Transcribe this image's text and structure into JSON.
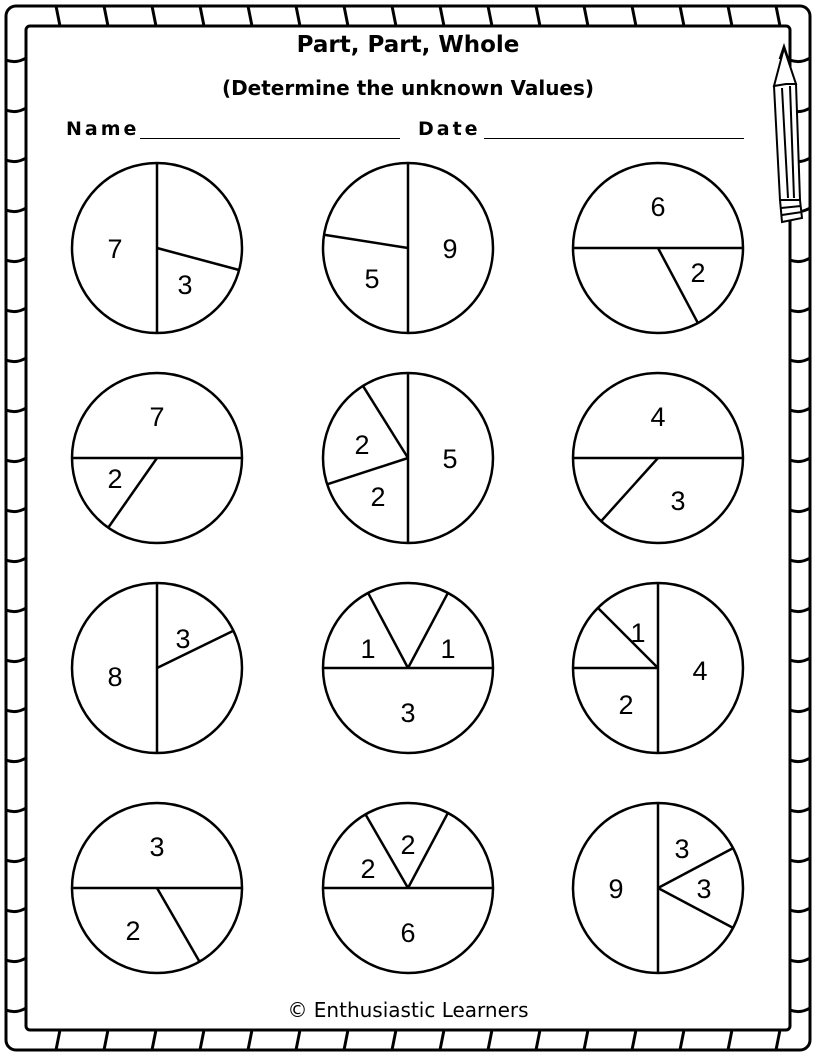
{
  "worksheet": {
    "title": "Part, Part, Whole",
    "subtitle": "(Determine the unknown Values)",
    "name_label": "Name",
    "date_label": "Date",
    "footer": "© Enthusiastic Learners"
  },
  "puzzles": [
    {
      "type": "whole-left",
      "numbers": [
        "7",
        "3"
      ]
    },
    {
      "type": "whole-right",
      "numbers": [
        "9",
        "5"
      ]
    },
    {
      "type": "whole-top",
      "numbers": [
        "6",
        "2"
      ]
    },
    {
      "type": "whole-top",
      "numbers": [
        "7",
        "2"
      ]
    },
    {
      "type": "whole-right",
      "numbers": [
        "5",
        "2",
        "2"
      ]
    },
    {
      "type": "whole-top",
      "numbers": [
        "4",
        "3"
      ]
    },
    {
      "type": "whole-left",
      "numbers": [
        "8",
        "3"
      ]
    },
    {
      "type": "whole-bottom",
      "numbers": [
        "3",
        "1",
        "1"
      ]
    },
    {
      "type": "whole-right",
      "numbers": [
        "4",
        "1",
        "2"
      ]
    },
    {
      "type": "whole-top",
      "numbers": [
        "3",
        "2"
      ]
    },
    {
      "type": "whole-bottom",
      "numbers": [
        "6",
        "2",
        "2"
      ]
    },
    {
      "type": "whole-left",
      "numbers": [
        "9",
        "3",
        "3"
      ]
    }
  ]
}
